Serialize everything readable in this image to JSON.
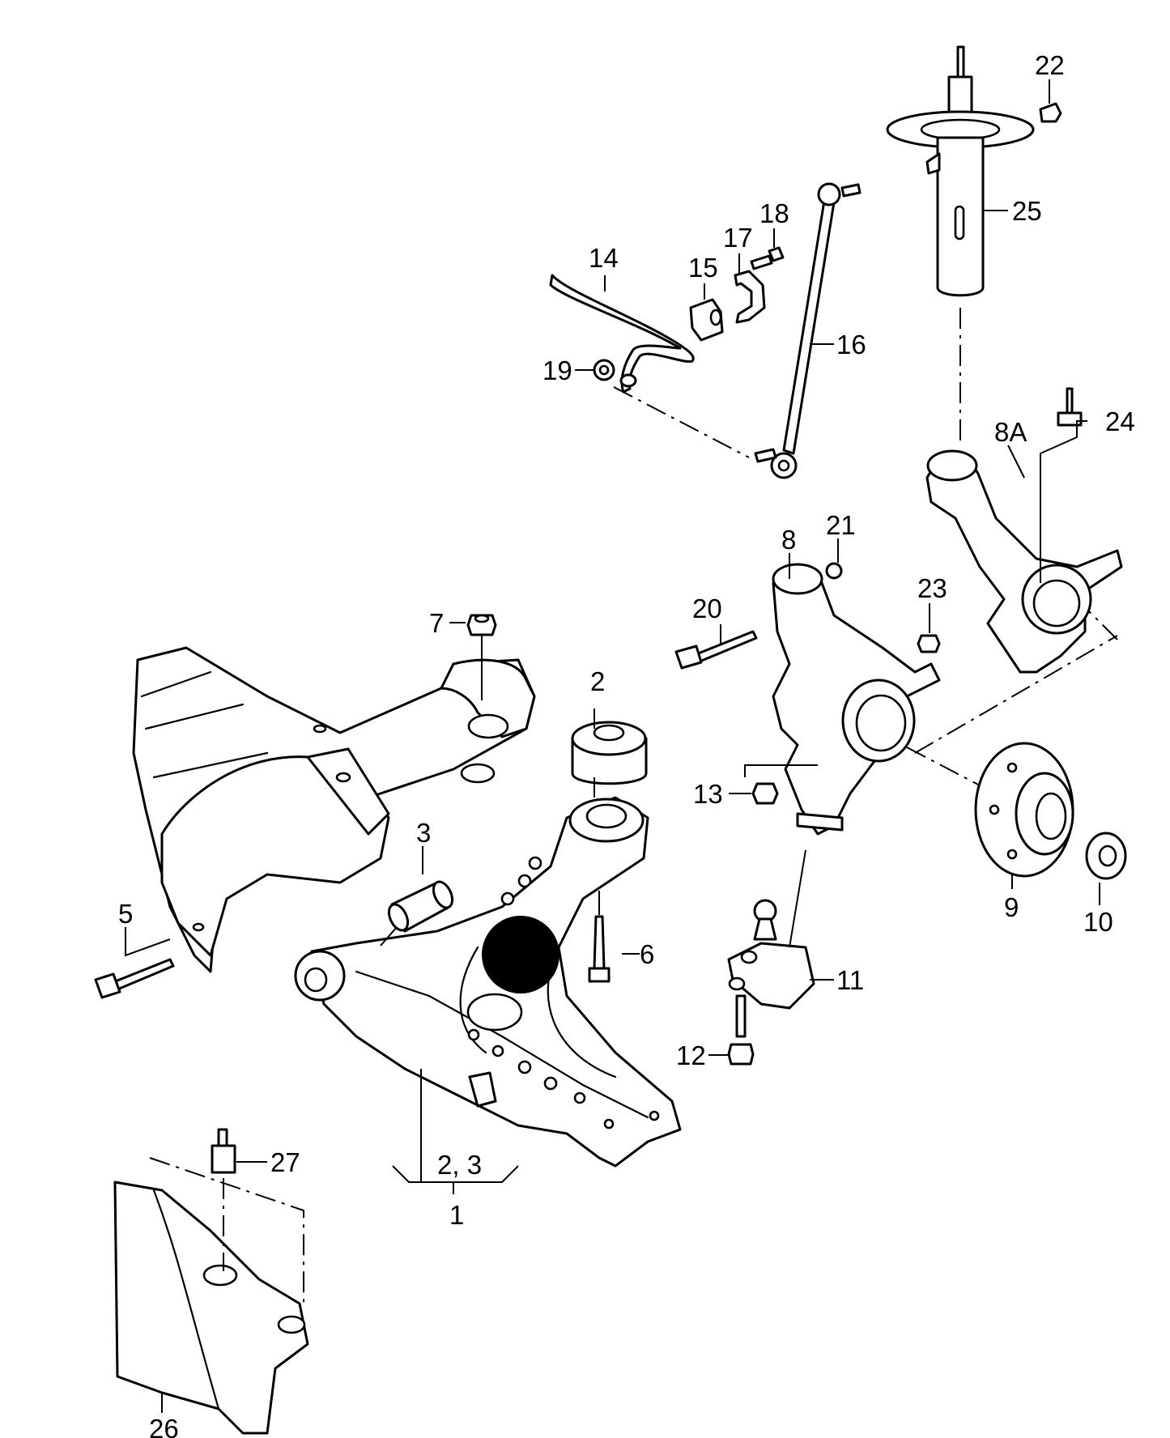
{
  "colors": {
    "line": "#000000",
    "paper": "#ffffff",
    "marker": "#000000"
  },
  "callouts": [
    {
      "id": "c1",
      "text": "1"
    },
    {
      "id": "c2",
      "text": "2"
    },
    {
      "id": "c3",
      "text": "3"
    },
    {
      "id": "c23a",
      "text": "2, 3"
    },
    {
      "id": "c5",
      "text": "5"
    },
    {
      "id": "c6",
      "text": "6"
    },
    {
      "id": "c7",
      "text": "7"
    },
    {
      "id": "c8",
      "text": "8"
    },
    {
      "id": "c8a",
      "text": "8A"
    },
    {
      "id": "c9",
      "text": "9"
    },
    {
      "id": "c10",
      "text": "10"
    },
    {
      "id": "c11",
      "text": "11"
    },
    {
      "id": "c12",
      "text": "12"
    },
    {
      "id": "c13",
      "text": "13"
    },
    {
      "id": "c14",
      "text": "14"
    },
    {
      "id": "c15",
      "text": "15"
    },
    {
      "id": "c16",
      "text": "16"
    },
    {
      "id": "c17",
      "text": "17"
    },
    {
      "id": "c18",
      "text": "18"
    },
    {
      "id": "c19",
      "text": "19"
    },
    {
      "id": "c20",
      "text": "20"
    },
    {
      "id": "c21",
      "text": "21"
    },
    {
      "id": "c22",
      "text": "22"
    },
    {
      "id": "c23",
      "text": "23"
    },
    {
      "id": "c24",
      "text": "24"
    },
    {
      "id": "c25",
      "text": "25"
    },
    {
      "id": "c26",
      "text": "26"
    },
    {
      "id": "c27",
      "text": "27"
    }
  ]
}
